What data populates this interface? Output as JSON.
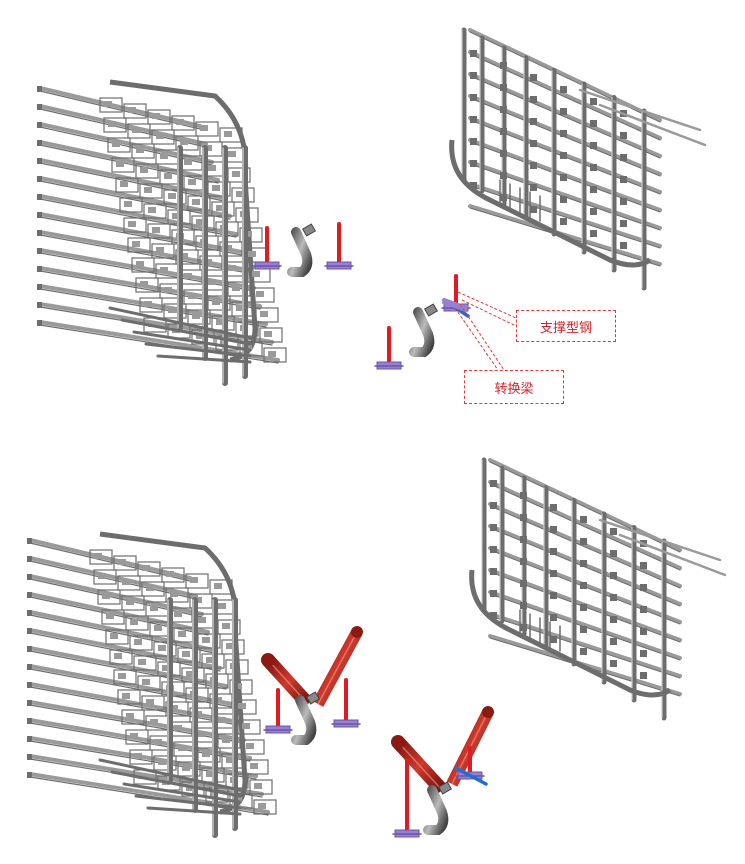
{
  "labels": {
    "support_steel": "支撑型钢",
    "transfer_beam": "转换梁"
  },
  "colors": {
    "frame_dark": "#6d6d6d",
    "frame_mid": "#9a9a9a",
    "frame_light": "#c8c8c8",
    "support_red": "#e01b24",
    "strut_red": "#b3241c",
    "beam_blue": "#1f6fd1",
    "base_purple": "#9a7fd0",
    "callout": "#e0393a"
  },
  "panels": [
    {
      "name": "top",
      "struts": false
    },
    {
      "name": "bottom",
      "struts": true
    }
  ]
}
